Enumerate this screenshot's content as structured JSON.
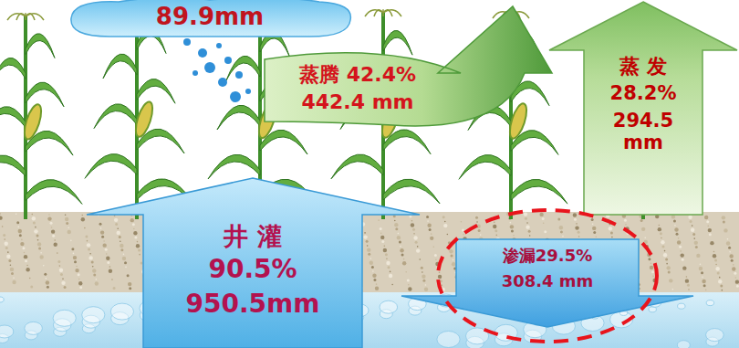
{
  "diagram": {
    "nodes": [
      {
        "text": [
          "89.9mm"
        ]
      },
      {
        "text": [
          "蒸腾 42.4%",
          "442.4 mm"
        ]
      },
      {
        "text": [
          "蒸 发",
          "28.2%",
          "294.5 mm"
        ]
      },
      {
        "text": [
          "井 灌",
          "90.5%",
          "950.5mm"
        ]
      },
      {
        "text": [
          "渗漏29.5%",
          "308.4 mm"
        ]
      }
    ]
  }
}
